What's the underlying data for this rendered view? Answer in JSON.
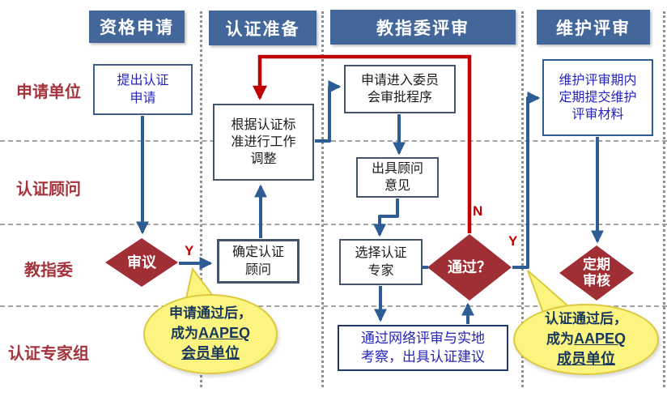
{
  "phases": [
    {
      "label": "资格申请"
    },
    {
      "label": "认证准备"
    },
    {
      "label": "教指委评审"
    },
    {
      "label": "维护评审"
    }
  ],
  "actors": [
    {
      "label": "申请单位"
    },
    {
      "label": "认证顾问"
    },
    {
      "label": "教指委"
    },
    {
      "label": "认证专家组"
    }
  ],
  "boxes": {
    "submit_application": {
      "text": "提出认证\n申请"
    },
    "adjust_work": {
      "text": "根据认证标\n准进行工作\n调整"
    },
    "enter_committee": {
      "text": "申请进入委员\n会审批程序"
    },
    "advisor_opinion": {
      "text": "出具顾问\n意见"
    },
    "confirm_advisor": {
      "text": "确定认证\n顾问"
    },
    "select_experts": {
      "text": "选择认证\n专家"
    },
    "network_review": {
      "text": "通过网络评审与实地\n考察，出具认证建议"
    },
    "maintenance_materials": {
      "text": "维护评审期内\n定期提交维护\n评审材料"
    }
  },
  "diamonds": {
    "review": {
      "text": "审议"
    },
    "pass": {
      "text": "通过？"
    },
    "periodic": {
      "text": "定期\n审核"
    }
  },
  "branch_labels": {
    "review_yes": "Y",
    "pass_no": "N",
    "pass_yes": "Y"
  },
  "callouts": {
    "member": {
      "line1": "申请通过后，",
      "line2_prefix": "成为",
      "line2_em": "AAPEQ",
      "line3": "会员单位"
    },
    "full_member": {
      "line1": "认证通过后，",
      "line2_prefix": "成为",
      "line2_em": "AAPEQ",
      "line3": "成员单位"
    }
  },
  "colors": {
    "phase_header_bg": "#44679b",
    "diamond_bg": "#9f2f35",
    "actor_label": "#a5333c",
    "arrow_blue": "#2e5d96",
    "arrow_red": "#c00000",
    "callout_bg": "#fbf57f",
    "callout_border": "#ddc83e",
    "callout_text": "#17375e",
    "box_text_blue": "#2525bb"
  }
}
